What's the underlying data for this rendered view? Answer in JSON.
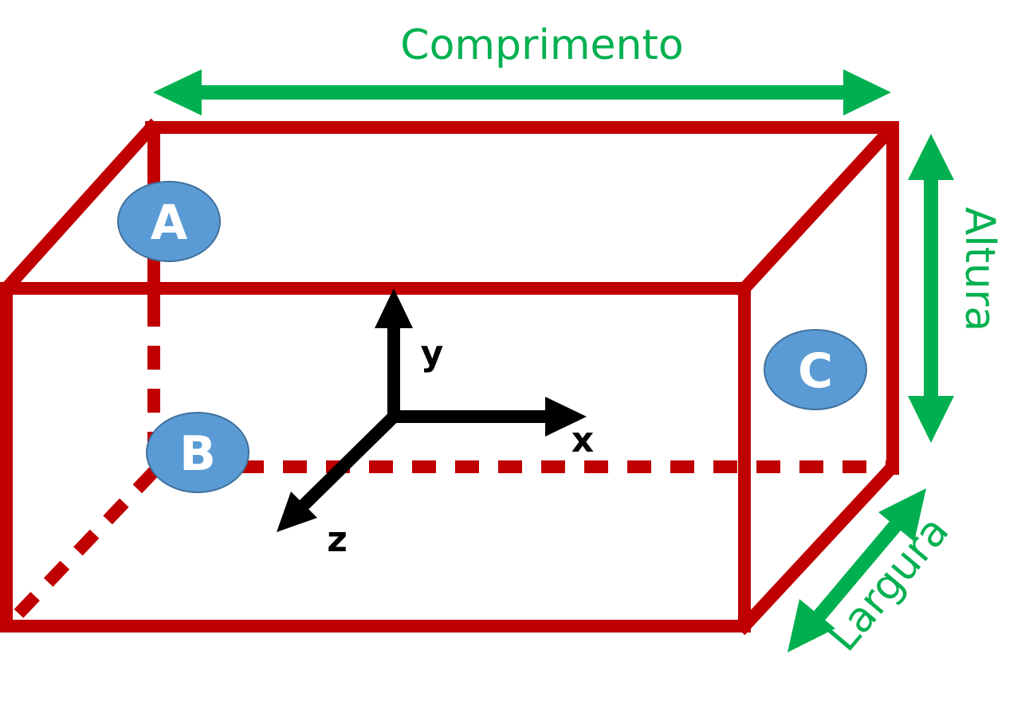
{
  "colors": {
    "box": "#c00000",
    "dimension": "#00b050",
    "axis": "#000000",
    "marker_fill": "#5b9bd5",
    "marker_stroke": "#41719c",
    "marker_text": "#ffffff"
  },
  "dimensions": {
    "length": "Comprimento",
    "height": "Altura",
    "width": "Largura"
  },
  "axes": {
    "x": "x",
    "y": "y",
    "z": "z"
  },
  "markers": {
    "a": "A",
    "b": "B",
    "c": "C"
  }
}
